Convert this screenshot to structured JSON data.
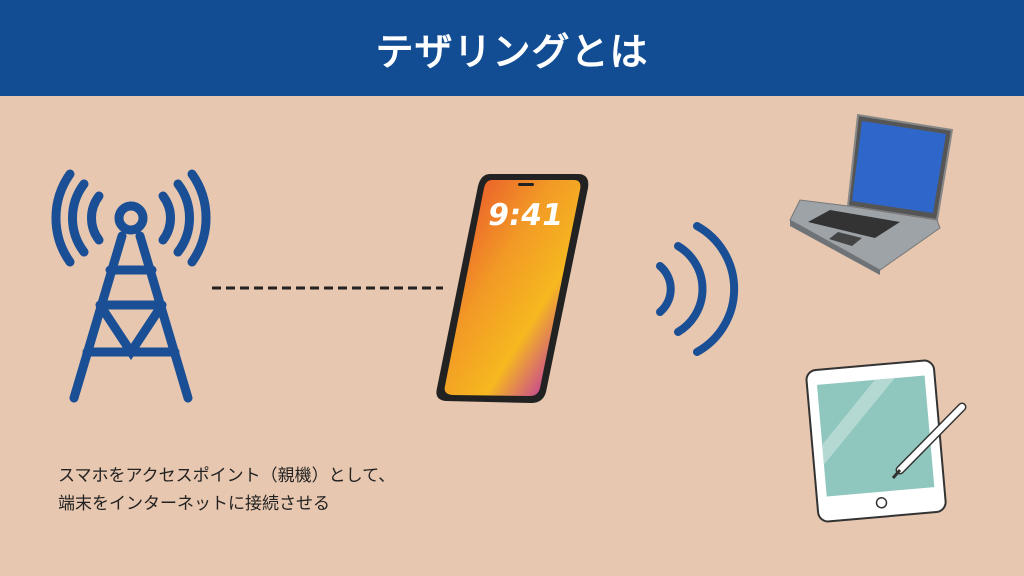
{
  "header": {
    "title": "テザリングとは"
  },
  "phone": {
    "time": "9:41"
  },
  "caption": {
    "line1": "スマホをアクセスポイント（親機）として、",
    "line2": "端末をインターネットに接続させる"
  },
  "colors": {
    "header": "#124d93",
    "background": "#e7c7af",
    "icon_blue": "#1a4f96"
  }
}
